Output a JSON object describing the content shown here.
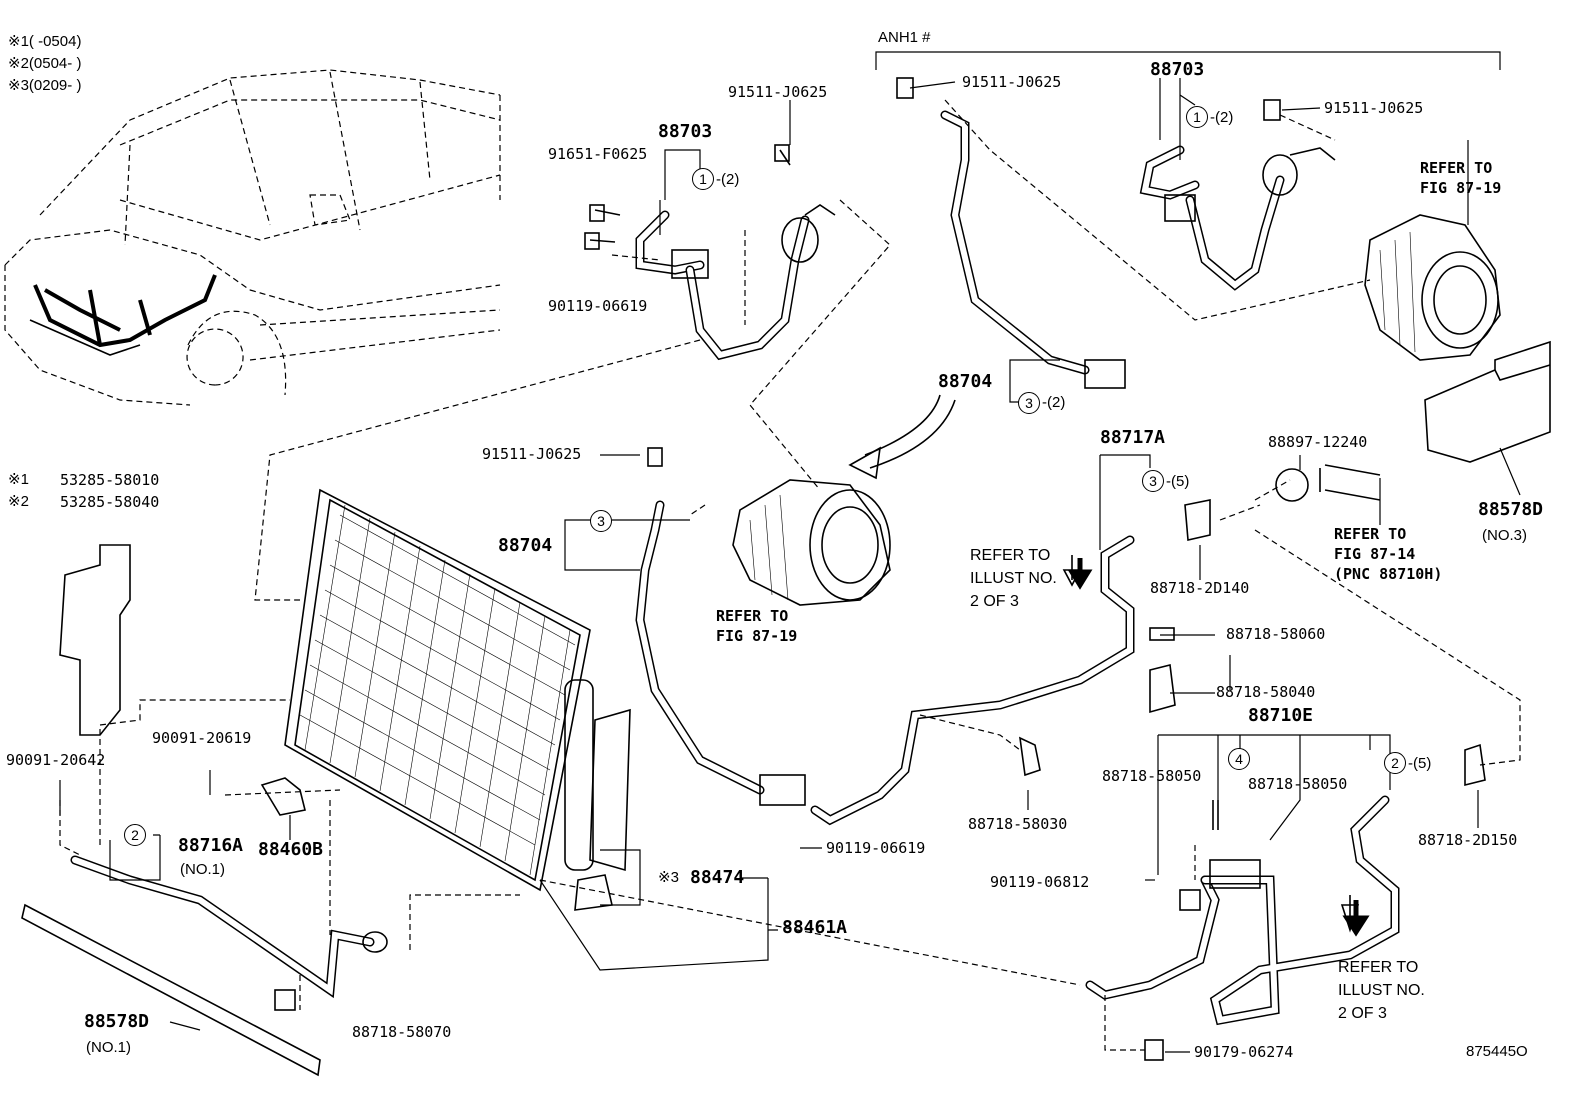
{
  "notes": {
    "range1": "※1(     -0504)",
    "range2": "※2(0504-       )",
    "range3": "※3(0209-       )",
    "model": "ANH1 #",
    "doc_number": "875445O"
  },
  "refs": {
    "fig_87_19_a": [
      "REFER TO",
      "FIG 87-19"
    ],
    "fig_87_19_b": [
      "REFER TO",
      "FIG 87-19"
    ],
    "fig_87_14": [
      "REFER TO",
      "FIG 87-14",
      "(PNC 88710H)"
    ],
    "illust_a": [
      "REFER TO",
      "ILLUST NO.",
      "2 OF 3"
    ],
    "illust_b": [
      "REFER TO",
      "ILLUST NO.",
      "2 OF 3"
    ]
  },
  "parts": {
    "p91511_a": "91511-J0625",
    "p91511_b": "91511-J0625",
    "p91511_c": "91511-J0625",
    "p91511_d": "91511-J0625",
    "p88703_a": "88703",
    "p88703_b": "88703",
    "p91651": "91651-F0625",
    "p90119_06619_a": "90119-06619",
    "p90119_06619_b": "90119-06619",
    "p88704_a": "88704",
    "p88704_b": "88704",
    "p88717a": "88717A",
    "p88897": "88897-12240",
    "p88578d_a": "88578D",
    "p88578d_a_sub": "(NO.3)",
    "p88578d_b": "88578D",
    "p88578d_b_sub": "(NO.1)",
    "p88718_2d140": "88718-2D140",
    "p88718_58060": "88718-58060",
    "p88718_58040": "88718-58040",
    "p88710e": "88710E",
    "p88718_58050_a": "88718-58050",
    "p88718_58050_b": "88718-58050",
    "p88718_2d150": "88718-2D150",
    "p88718_58030": "88718-58030",
    "p90119_06812": "90119-06812",
    "p90179_06274": "90179-06274",
    "p88474": "88474",
    "p88474_mark": "※3",
    "p88461a": "88461A",
    "p88718_58070": "88718-58070",
    "p88716a": "88716A",
    "p88716a_sub": "(NO.1)",
    "p88460b": "88460B",
    "p90091_20619": "90091-20619",
    "p90091_20642": "90091-20642",
    "p53285_1_mark": "※1",
    "p53285_1": "53285-58010",
    "p53285_2_mark": "※2",
    "p53285_2": "53285-58040"
  },
  "callouts": {
    "c1a": "1",
    "c1a_q": "-(2)",
    "c1b": "1",
    "c1b_q": "-(2)",
    "c3a": "3",
    "c3a_q": "-(2)",
    "c3b": "3",
    "c3c": "3",
    "c3c_q": "-(5)",
    "c4": "4",
    "c2a": "2",
    "c2a_q": "-(5)",
    "c2b": "2"
  }
}
